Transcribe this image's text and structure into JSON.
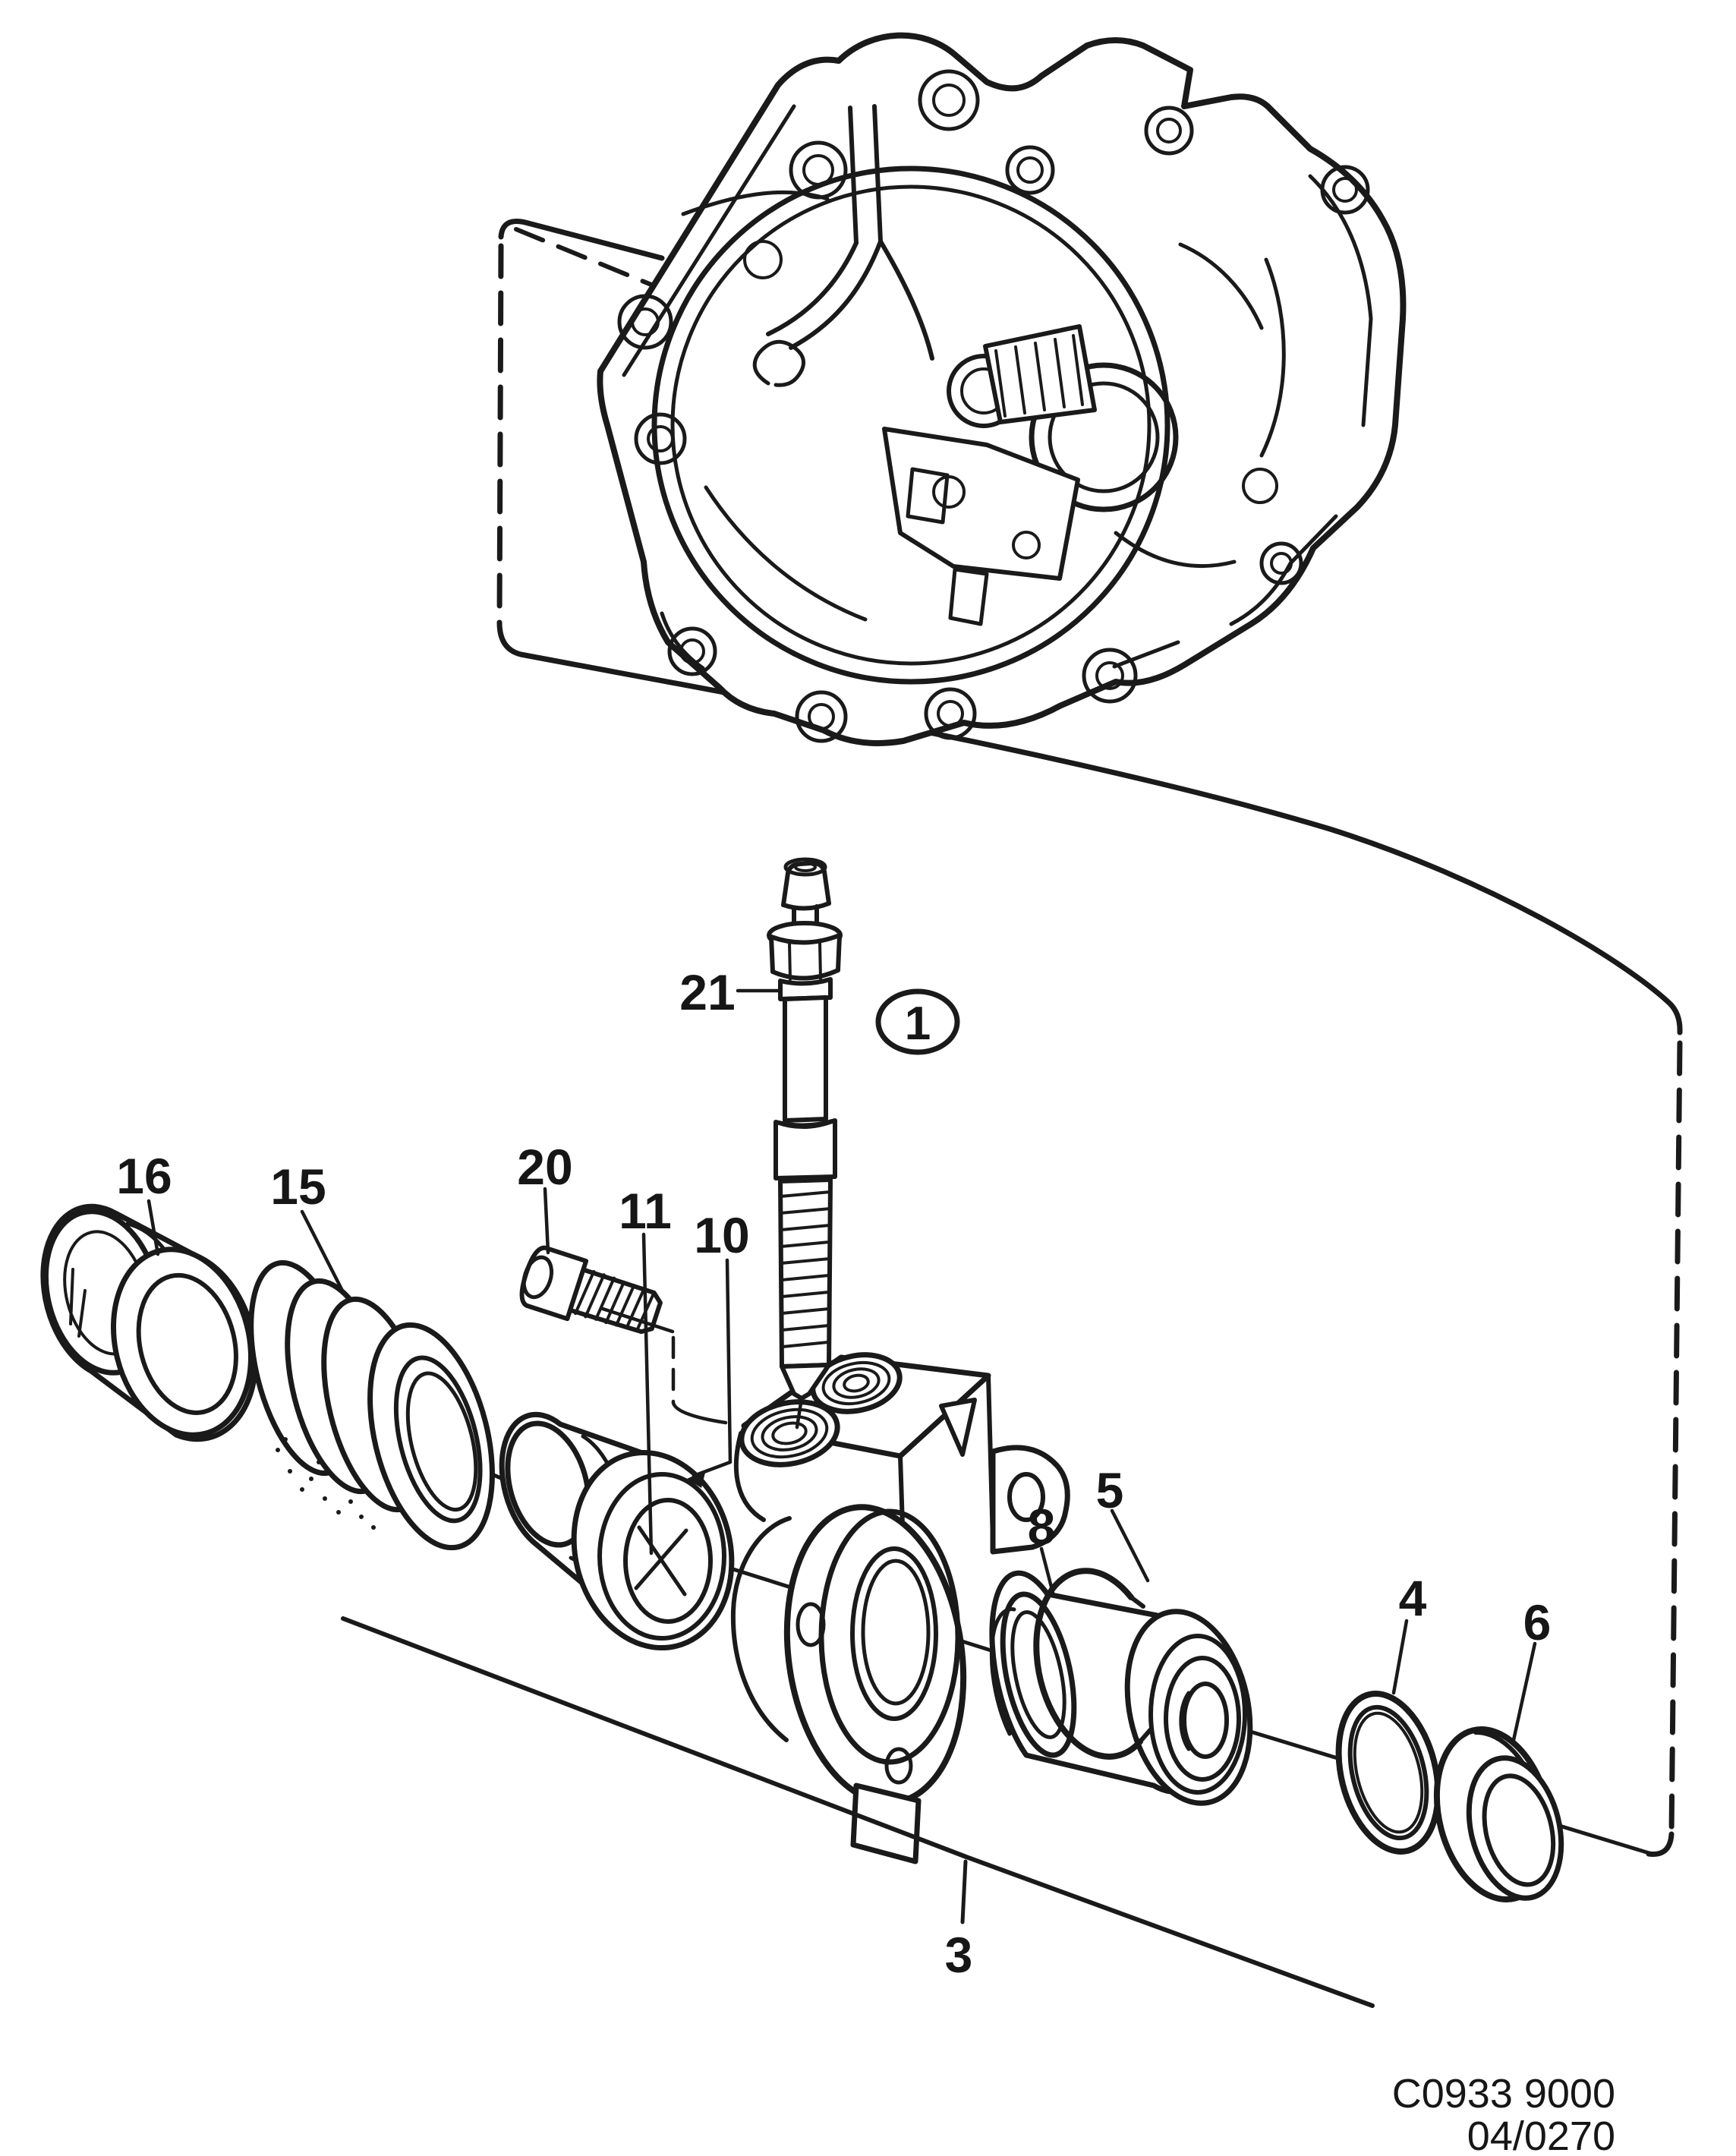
{
  "diagram": {
    "kind": "exploded-parts-line-diagram",
    "subject": "clutch-slave-cylinder-with-gearbox-housing",
    "colors": {
      "ink": "#1a1a1a",
      "paper": "#ffffff"
    },
    "callouts": {
      "c16": "16",
      "c15": "15",
      "c20": "20",
      "c11": "11",
      "c10": "10",
      "c21": "21",
      "c8": "8",
      "c5": "5",
      "c4": "4",
      "c6": "6",
      "c3": "3"
    },
    "assembly_ref": {
      "label": "1"
    },
    "footer": {
      "code": "C0933 9000",
      "revision": "04/0270"
    }
  }
}
